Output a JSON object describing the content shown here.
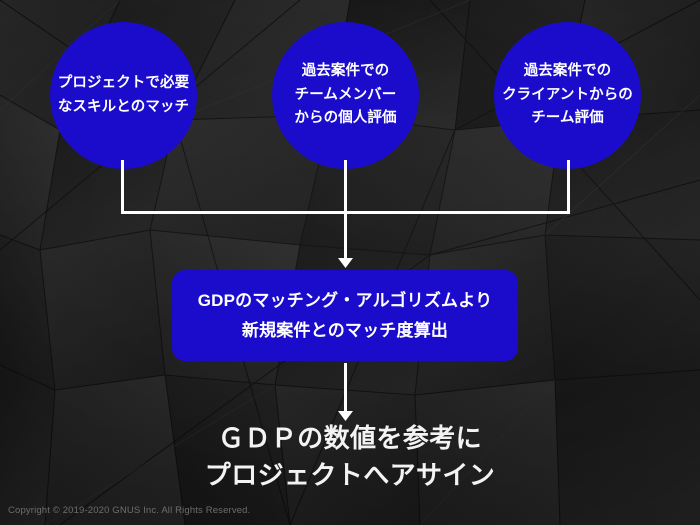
{
  "page": {
    "title": "GDPマッチングフロー",
    "background_color": "#212121",
    "accent_color": "#1b0ccc",
    "line_color": "#ffffff",
    "text_color": "#ffffff"
  },
  "inputs": [
    {
      "id": "skill-match",
      "label": "プロジェクトで必要\nなスキルとのマッチ",
      "shape": "circle",
      "color": "#1b0ccc"
    },
    {
      "id": "peer-review",
      "label": "過去案件での\nチームメンバー\nからの個人評価",
      "shape": "circle",
      "color": "#1b0ccc"
    },
    {
      "id": "client-review",
      "label": "過去案件での\nクライアントからの\nチーム評価",
      "shape": "circle",
      "color": "#1b0ccc"
    }
  ],
  "process": {
    "id": "gdp-algorithm",
    "label": "GDPのマッチング・アルゴリズムより\n新規案件とのマッチ度算出",
    "shape": "rounded-rectangle",
    "color": "#1b0ccc"
  },
  "outcome": {
    "id": "gdp-assign",
    "label": "ＧＤＰの数値を参考に\nプロジェクトへアサイン"
  },
  "connectors": [
    {
      "id": "inputs-to-process",
      "from": [
        "skill-match",
        "peer-review",
        "client-review"
      ],
      "to": "gdp-algorithm",
      "style": "elbow-merge-arrow"
    },
    {
      "id": "process-to-outcome",
      "from": "gdp-algorithm",
      "to": "gdp-assign",
      "style": "straight-arrow"
    }
  ],
  "footer": {
    "copyright": "Copyright © 2019-2020 GNUS Inc. All Rights Reserved."
  }
}
